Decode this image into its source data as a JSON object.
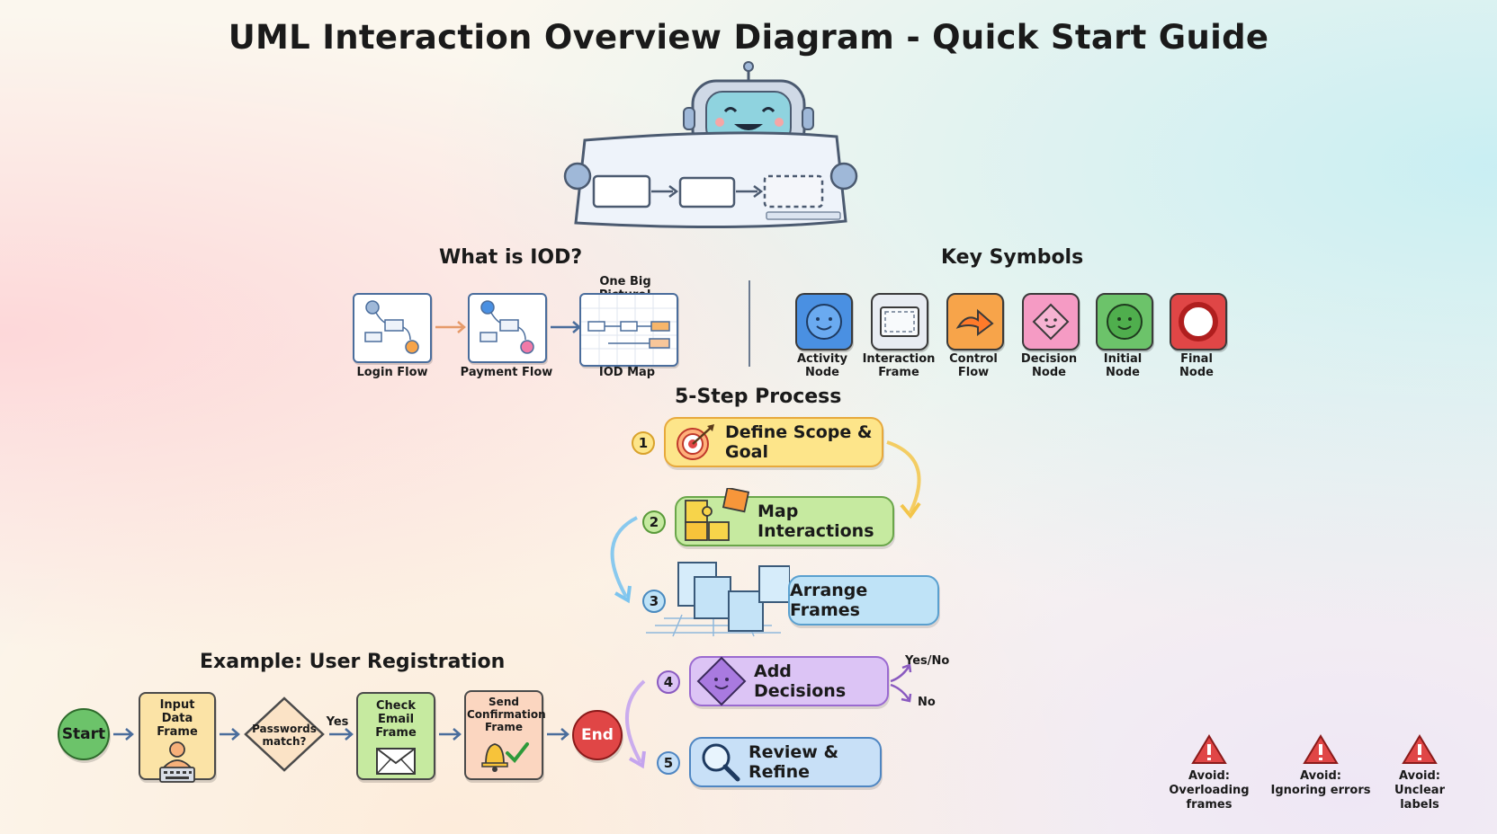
{
  "title": "UML Interaction Overview Diagram - Quick Start Guide",
  "what_is_iod": {
    "heading": "What is IOD?",
    "badge": "One Big Picture!",
    "items": [
      "Login Flow",
      "Payment Flow",
      "IOD Map"
    ]
  },
  "key_symbols": {
    "heading": "Key Symbols",
    "items": [
      {
        "line1": "Activity",
        "line2": "Node",
        "color": "#4a90e2",
        "icon": "smiley-circle-icon"
      },
      {
        "line1": "Interaction",
        "line2": "Frame",
        "color": "#e8ecf2",
        "icon": "frame-icon"
      },
      {
        "line1": "Control",
        "line2": "Flow",
        "color": "#f7a44a",
        "icon": "arrow-icon"
      },
      {
        "line1": "Decision",
        "line2": "Node",
        "color": "#f59bc4",
        "icon": "diamond-icon"
      },
      {
        "line1": "Initial",
        "line2": "Node",
        "color": "#6cc36a",
        "icon": "filled-circle-icon"
      },
      {
        "line1": "Final",
        "line2": "Node",
        "color": "#e04646",
        "icon": "ring-icon"
      }
    ]
  },
  "process": {
    "heading": "5-Step Process",
    "steps": [
      {
        "num": "1",
        "label": "Define Scope & Goal",
        "bg": "#fde58a",
        "border": "#e7a93c",
        "icon": "target-icon"
      },
      {
        "num": "2",
        "label": "Map Interactions",
        "bg": "#c6eaa0",
        "border": "#6aa64a",
        "icon": "puzzle-icon"
      },
      {
        "num": "3",
        "label": "Arrange Frames",
        "bg": "#bfe3f7",
        "border": "#5aa0cf",
        "icon": "frames-icon"
      },
      {
        "num": "4",
        "label": "Add Decisions",
        "bg": "#dcc4f5",
        "border": "#9a6ad0",
        "icon": "diamond-icon"
      },
      {
        "num": "5",
        "label": "Review & Refine",
        "bg": "#c8e0f7",
        "border": "#4f86c2",
        "icon": "magnifier-icon"
      }
    ],
    "branch_yes_no": "Yes/No",
    "branch_no": "No"
  },
  "example": {
    "heading": "Example: User Registration",
    "start": "Start",
    "input_frame": "Input Data Frame",
    "decision": "Passwords match?",
    "yes": "Yes",
    "check_email": "Check Email Frame",
    "send_confirm": "Send Confirmation Frame",
    "end": "End"
  },
  "warnings": [
    {
      "line1": "Avoid:",
      "line2": "Overloading frames"
    },
    {
      "line1": "Avoid:",
      "line2": "Ignoring errors"
    },
    {
      "line1": "Avoid:",
      "line2": "Unclear labels"
    }
  ]
}
